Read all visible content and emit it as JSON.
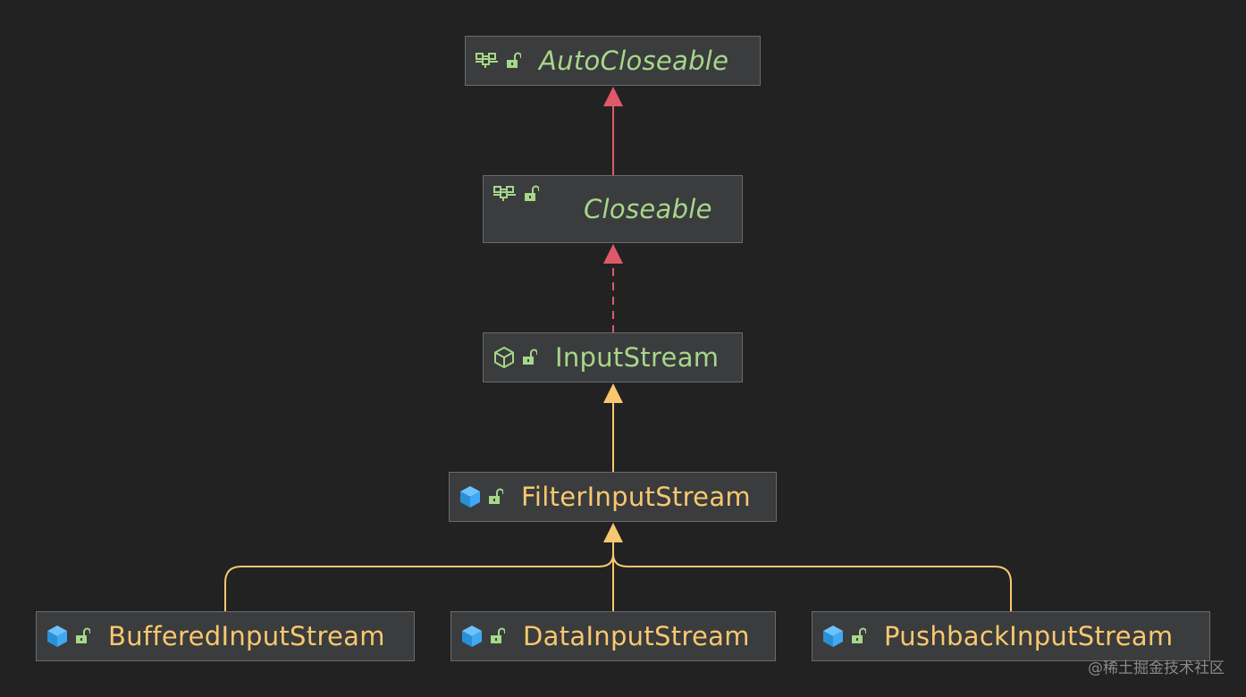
{
  "diagram": {
    "nodes": [
      {
        "id": "autocloseable",
        "label": "AutoCloseable",
        "kind": "interface",
        "icon": "interface-icon"
      },
      {
        "id": "closeable",
        "label": "Closeable",
        "kind": "interface",
        "icon": "interface-icon"
      },
      {
        "id": "inputstream",
        "label": "InputStream",
        "kind": "abstract-class",
        "icon": "abstract-class-icon"
      },
      {
        "id": "filterinputstream",
        "label": "FilterInputStream",
        "kind": "class",
        "icon": "class-icon"
      },
      {
        "id": "bufferedinputstream",
        "label": "BufferedInputStream",
        "kind": "class",
        "icon": "class-icon"
      },
      {
        "id": "datainputstream",
        "label": "DataInputStream",
        "kind": "class",
        "icon": "class-icon"
      },
      {
        "id": "pushbackinputstream",
        "label": "PushbackInputStream",
        "kind": "class",
        "icon": "class-icon"
      }
    ],
    "edges": [
      {
        "from": "closeable",
        "to": "autocloseable",
        "type": "extends-interface",
        "style": "solid",
        "color": "#e0596a"
      },
      {
        "from": "inputstream",
        "to": "closeable",
        "type": "implements",
        "style": "dashed",
        "color": "#e0596a"
      },
      {
        "from": "filterinputstream",
        "to": "inputstream",
        "type": "extends",
        "style": "solid",
        "color": "#f8c870"
      },
      {
        "from": "bufferedinputstream",
        "to": "filterinputstream",
        "type": "extends",
        "style": "solid",
        "color": "#f8c870"
      },
      {
        "from": "datainputstream",
        "to": "filterinputstream",
        "type": "extends",
        "style": "solid",
        "color": "#f8c870"
      },
      {
        "from": "pushbackinputstream",
        "to": "filterinputstream",
        "type": "extends",
        "style": "solid",
        "color": "#f8c870"
      }
    ],
    "colors": {
      "background": "#222222",
      "node_fill": "#3b3c3d",
      "node_border": "#6a6b6c",
      "interface_text": "#a6d78a",
      "class_text": "#f8c870",
      "class_icon": "#3fa9f5",
      "lock_icon": "#a6d78a",
      "interface_edge": "#e0596a",
      "class_edge": "#f8c870"
    }
  },
  "watermark": "@稀土掘金技术社区"
}
